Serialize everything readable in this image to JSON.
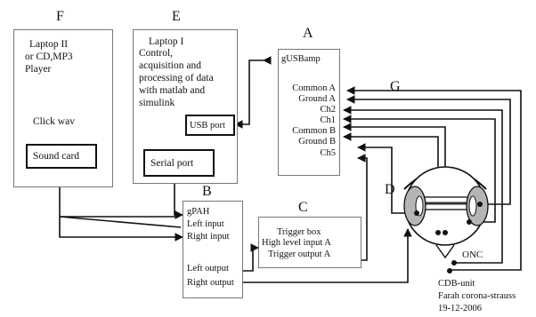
{
  "labels": {
    "a": "A",
    "b": "B",
    "c": "C",
    "d": "D",
    "e": "E",
    "f": "F",
    "g": "G"
  },
  "laptop2": {
    "title_line1": "Laptop II",
    "title_line2": "or CD,MP3",
    "title_line3": "Player",
    "click": "Click wav",
    "sound_card": "Sound card"
  },
  "laptop1": {
    "line1": "Laptop I",
    "line2": "Control,",
    "line3": "acquisition and",
    "line4": "processing of data",
    "line5": "with matlab and",
    "line6": "simulink",
    "usb_port": "USB port",
    "serial_port": "Serial port"
  },
  "gusbamp": {
    "title": "gUSBamp",
    "ports": [
      "Common A",
      "Ground A",
      "Ch2",
      "Ch1",
      "Common B",
      "Ground B",
      "Ch5"
    ]
  },
  "gpah": {
    "title": "gPAH",
    "left_input": "Left input",
    "right_input": "Right input",
    "left_output": "Left output",
    "right_output": "Right output"
  },
  "trigger": {
    "title": "Trigger box",
    "high_input": "High level input A",
    "trigger_output": "Trigger output A"
  },
  "onc": "ONC",
  "credit": {
    "line1": "CDB-unit",
    "line2": "Farah corona-strauss",
    "line3": "19-12-2006"
  }
}
